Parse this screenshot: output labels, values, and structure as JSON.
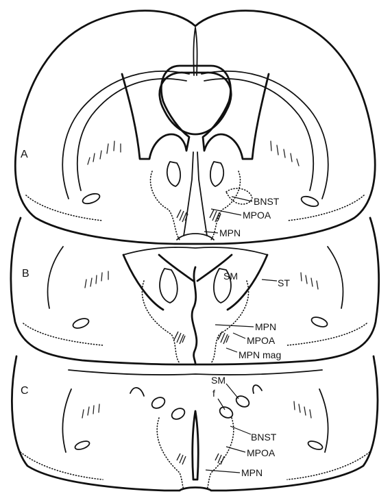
{
  "panels": {
    "a": {
      "letter": "A",
      "labels": {
        "bnst": "BNST",
        "mpoa": "MPOA",
        "mpn": "MPN"
      }
    },
    "b": {
      "letter": "B",
      "labels": {
        "sm": "SM",
        "st": "ST",
        "mpn": "MPN",
        "mpoa": "MPOA",
        "mpn_mag": "MPN mag"
      }
    },
    "c": {
      "letter": "C",
      "labels": {
        "sm": "SM",
        "f": "f",
        "bnst": "BNST",
        "mpoa": "MPOA",
        "mpn": "MPN"
      }
    }
  }
}
